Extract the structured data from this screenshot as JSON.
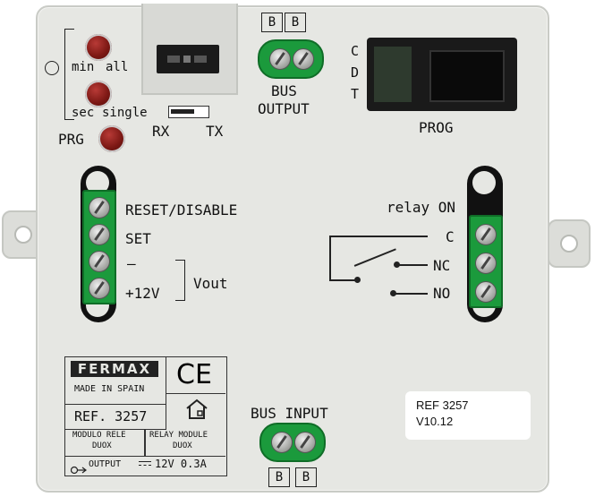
{
  "timer": {
    "row1_left": "min",
    "row1_right": "all",
    "row2_left": "sec",
    "row2_right": "single",
    "prg": "PRG"
  },
  "rxtx": {
    "rx": "RX",
    "tx": "TX"
  },
  "bus_output": {
    "b1": "B",
    "b2": "B",
    "line1": "BUS",
    "line2": "OUTPUT"
  },
  "prog": {
    "c": "C",
    "d": "D",
    "t": "T",
    "label": "PROG"
  },
  "left_terminals": {
    "reset": "RESET/DISABLE",
    "set": "SET",
    "minus": "–",
    "plus12": "+12V",
    "vout": "Vout"
  },
  "relay": {
    "title": "relay ON",
    "c": "C",
    "nc": "NC",
    "no": "NO"
  },
  "plate": {
    "brand": "FERMAX",
    "made": "MADE IN SPAIN",
    "ce": "CE",
    "ref": "REF. 3257",
    "es_line1": "MODULO RELE",
    "es_line2": "DUOX",
    "en_line1": "RELAY MODULE",
    "en_line2": "DUOX",
    "output": "OUTPUT",
    "rating": "12V  0.3A"
  },
  "bus_input": {
    "line": "BUS  INPUT",
    "b1": "B",
    "b2": "B"
  },
  "sticker": {
    "ref": "REF 3257",
    "version": "V10.12"
  }
}
